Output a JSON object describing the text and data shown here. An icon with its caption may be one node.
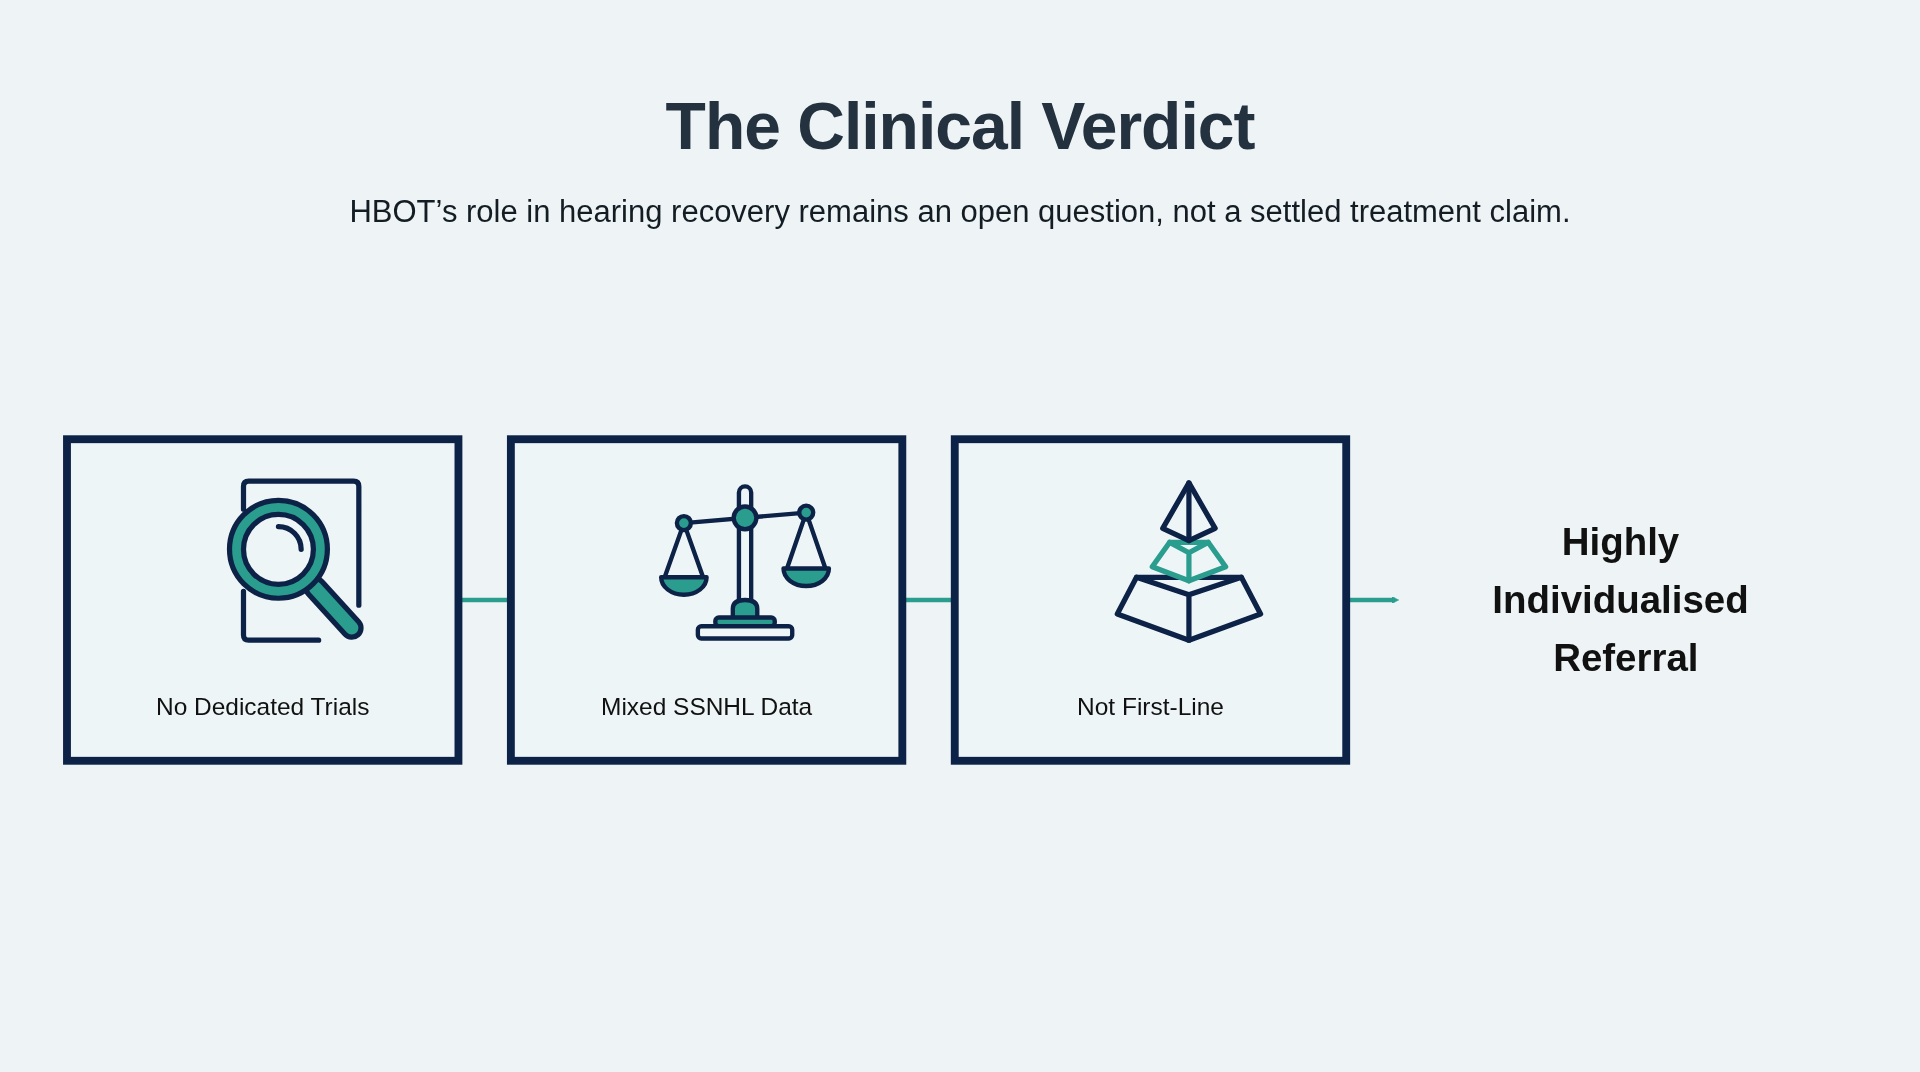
{
  "diagram": {
    "title": "The Clinical Verdict",
    "nodes": [
      {
        "text": [
          "No Dedicated Trials"
        ]
      },
      {
        "text": [
          "Mixed SSNHL Data"
        ]
      },
      {
        "text": [
          "Not First-Line"
        ]
      },
      {
        "text": [
          "Highly Individualised Referral"
        ]
      }
    ],
    "edges": [
      {
        "from": 0,
        "to": 1,
        "arrow": "none"
      },
      {
        "from": 1,
        "to": 2,
        "arrow": "none"
      },
      {
        "from": 2,
        "to": 3,
        "arrow": "to"
      }
    ],
    "labels": [
      "HBOT’s role in hearing recovery remains an open question, not a settled treatment claim."
    ]
  }
}
